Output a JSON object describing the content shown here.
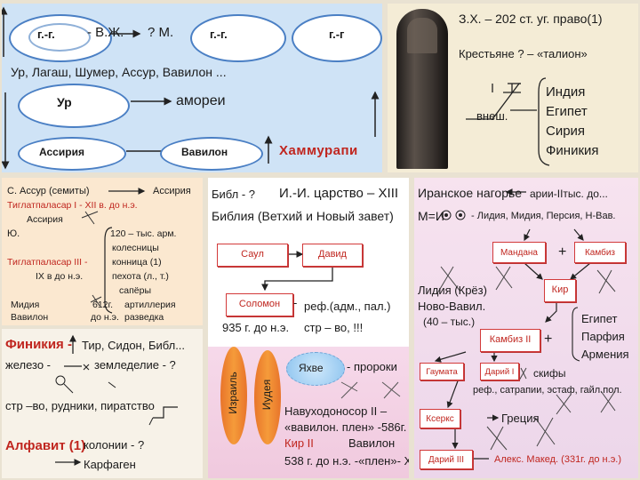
{
  "top_left": {
    "oval1": "г.-г.",
    "text1": "- В.Ж.",
    "text2": "? М.",
    "oval2": "г.-г.",
    "oval3": "г.-г",
    "cities": "Ур, Лагаш, Шумер, Ассур, Вавилон ...",
    "ur": "Ур",
    "amorei": "амореи",
    "assyria": "Ассирия",
    "babylon": "Вавилон",
    "hammurabi": "Хаммурапи"
  },
  "top_right": {
    "line1": "З.Х. – 202 ст. уг. право(1)",
    "line2": "Крестьяне ? – «талион»",
    "vnesh": "внеш.",
    "countries": [
      "Индия",
      "Египет",
      "Сирия",
      "Финикия"
    ]
  },
  "mid_left": {
    "l1a": "С. Ассур (семиты)",
    "l1b": "Ассирия",
    "l2": "Тиглатпаласар I - XII в. до н.э.",
    "l3": "Ассирия",
    "l4": "Ю.",
    "l5": "120 – тыс. арм.",
    "l6": "колесницы",
    "l7a": "Тиглатпаласар III -",
    "l7b": "конница (1)",
    "l8a": "IX в до н.э.",
    "l8b": "пехота (л., т.)",
    "l9": "сапёры",
    "l10a": "Мидия",
    "l10b": "612г.",
    "l10c": "артиллерия",
    "l11a": "Вавилон",
    "l11b": "до н.э.",
    "l11c": "разведка"
  },
  "bottom_left": {
    "l1a": "Финикия -",
    "l1b": "Тир, Сидон, Библ...",
    "l2a": "железо -",
    "l2b": "земледелие - ?",
    "l3": "стр –во, рудники, пиратство",
    "l4a": "Алфавит (1)",
    "l4b": "колонии - ?",
    "l5": "Карфаген"
  },
  "center": {
    "bibl": "Библ - ?",
    "kingdom": "И.-И. царство – XIII",
    "bible": "Библия (Ветхий и Новый завет)",
    "saul": "Саул",
    "david": "Давид",
    "solomon": "Соломон",
    "dash": "-",
    "reforms": "реф.(адм., пал.)",
    "date935": "935 г. до н.э.",
    "str": "стр – во, !!!",
    "israel": "Израиль",
    "judea": "Иудея",
    "yahweh": "Яхве",
    "prophets": "- пророки",
    "neb1": "Навуходоносор II –",
    "neb2": "«вавилон. плен» -586г.",
    "kir1a": "Кир II",
    "kir1b": "Вавилон",
    "kir2": "538 г. до н.э. -«плен»- Х"
  },
  "right": {
    "l1": "Иранское нагорье",
    "l1b": "арии-IIтыс. до...",
    "l2a": "М=И",
    "l2b": "- Лидия, Мидия, Персия, Н-Вав.",
    "mandana": "Мандана",
    "plus1": "+",
    "kambiz": "Камбиз",
    "kir": "Кир",
    "lydia": "Лидия (Крёз)",
    "novo": "Ново-Вавил.",
    "tys": "(40 – тыс.)",
    "egypt": "Египет",
    "parthia": "Парфия",
    "armenia": "Армения",
    "kambiz2": "Камбиз II",
    "plus2": "+",
    "gaumata": "Гаумата",
    "darius": "Дарий I",
    "scythians": "скифы",
    "reforms": "реф., сатрапии, эстаф, гайл.пол.",
    "xerxes": "Ксеркс",
    "greece": "Греция",
    "darius3": "Дарий III",
    "alex": "Алекс. Макед. (331г. до н.э.)"
  }
}
